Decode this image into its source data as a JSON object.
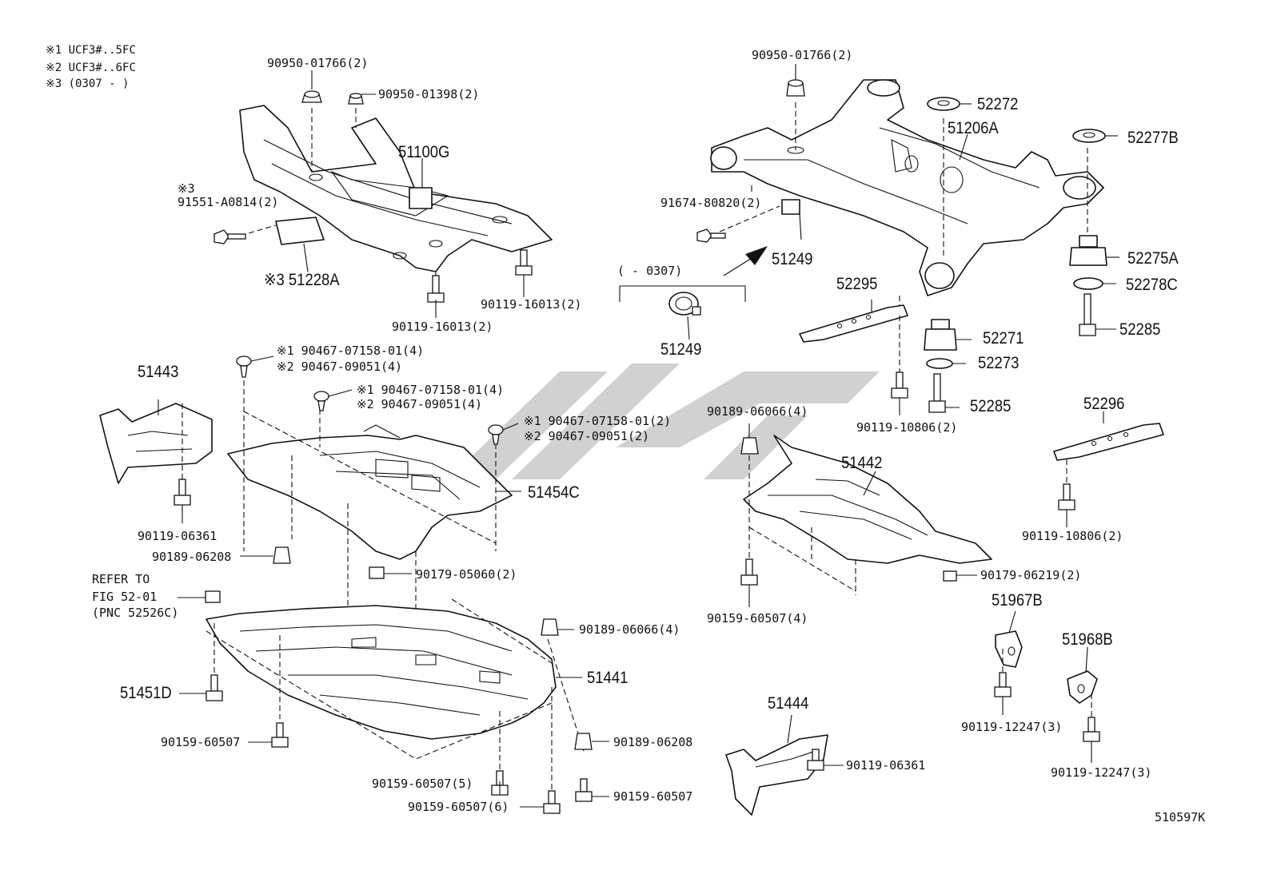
{
  "notes": [
    "※1 UCF3#..5FC",
    "※2 UCF3#..6FC",
    "※3 (0307 -        )"
  ],
  "diagram_code": "510597K",
  "labels": {
    "l01": "90950-01766(2)",
    "l02": "90950-01398(2)",
    "l03": "51100G",
    "l04": "※3",
    "l05": "91551-A0814(2)",
    "l06": "※3 51228A",
    "l07": "90119-16013(2)",
    "l08": "90119-16013(2)",
    "l09": "90950-01766(2)",
    "l10": "52272",
    "l11": "51206A",
    "l12": "52277B",
    "l13": "91674-80820(2)",
    "l14": "51249",
    "l15": "(       - 0307)",
    "l16": "51249",
    "l17": "52295",
    "l18": "52275A",
    "l19": "52278C",
    "l20": "52271",
    "l21": "52285",
    "l22": "52273",
    "l23": "52285",
    "l24": "90119-10806(2)",
    "l25": "52296",
    "l26": "90119-10806(2)",
    "l27": "51443",
    "l28": "※1 90467-07158-01(4)",
    "l29": "※2 90467-09051(4)",
    "l30": "※1 90467-07158-01(4)",
    "l31": "※2 90467-09051(4)",
    "l32": "※1 90467-07158-01(2)",
    "l33": "※2 90467-09051(2)",
    "l34": "51454C",
    "l35": "90119-06361",
    "l36": "90189-06208",
    "l37": "90179-05060(2)",
    "l38": "REFER TO",
    "l39": "FIG 52-01",
    "l40": "(PNC 52526C)",
    "l41": "90189-06066(4)",
    "l42": "51441",
    "l43": "51451D",
    "l44": "90159-60507",
    "l45": "90189-06208",
    "l46": "90159-60507(5)",
    "l47": "90159-60507(6)",
    "l48": "90159-60507",
    "l49": "90189-06066(4)",
    "l50": "51442",
    "l51": "90159-60507(4)",
    "l52": "90179-06219(2)",
    "l53": "51967B",
    "l54": "51968B",
    "l55": "90119-12247(3)",
    "l56": "90119-12247(3)",
    "l57": "51444",
    "l58": "90119-06361"
  }
}
